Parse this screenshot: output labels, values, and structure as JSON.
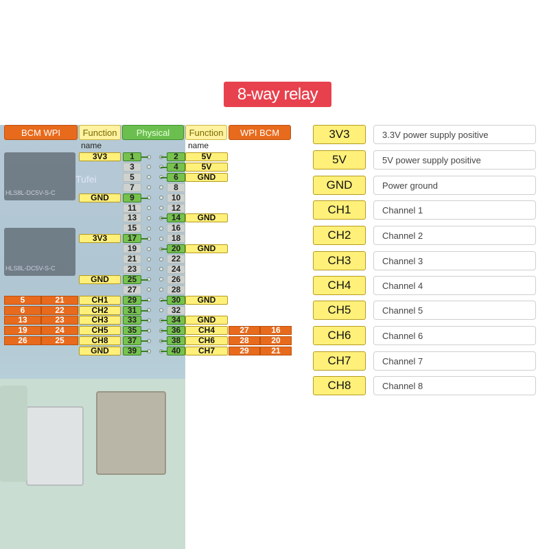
{
  "title": "8-way relay",
  "header": {
    "left_bcm_wpi": "BCM  WPI",
    "left_function": "Function",
    "left_function_sub": "name",
    "physical": "Physical",
    "right_function": "Function",
    "right_function_sub": "name",
    "right_wpi_bcm": "WPI  BCM"
  },
  "board_watermark": "Tufei",
  "relay_marks": [
    "HLS8L-DC5V-S-C",
    "HLS8L-DC5V-S-C"
  ],
  "left_fn": [
    "3V3",
    "GND",
    "3V3",
    "GND",
    "CH1",
    "CH2",
    "CH3",
    "CH5",
    "CH8",
    "GND"
  ],
  "right_fn": [
    "5V",
    "5V",
    "GND",
    "GND",
    "GND",
    "GND",
    "GND",
    "CH4",
    "CH6",
    "CH7"
  ],
  "left_pins": [
    "1",
    "3",
    "5",
    "7",
    "9",
    "11",
    "13",
    "15",
    "17",
    "19",
    "21",
    "23",
    "25",
    "27",
    "29",
    "31",
    "33",
    "35",
    "37",
    "39"
  ],
  "right_pins": [
    "2",
    "4",
    "6",
    "8",
    "10",
    "12",
    "14",
    "16",
    "18",
    "20",
    "22",
    "24",
    "26",
    "28",
    "30",
    "32",
    "34",
    "36",
    "38",
    "40"
  ],
  "left_bcm": [
    "5",
    "6",
    "13",
    "19",
    "26"
  ],
  "left_wpi": [
    "21",
    "22",
    "23",
    "24",
    "25"
  ],
  "right_wpi": [
    "27",
    "28",
    "29"
  ],
  "right_bcm": [
    "16",
    "20",
    "21"
  ],
  "legend": [
    {
      "key": "3V3",
      "desc": "3.3V power supply positive"
    },
    {
      "key": "5V",
      "desc": "5V power supply positive"
    },
    {
      "key": "GND",
      "desc": "Power ground"
    },
    {
      "key": "CH1",
      "desc": "Channel 1"
    },
    {
      "key": "CH2",
      "desc": "Channel 2"
    },
    {
      "key": "CH3",
      "desc": "Channel 3"
    },
    {
      "key": "CH4",
      "desc": "Channel 4"
    },
    {
      "key": "CH5",
      "desc": "Channel 5"
    },
    {
      "key": "CH6",
      "desc": "Channel 6"
    },
    {
      "key": "CH7",
      "desc": "Channel 7"
    },
    {
      "key": "CH8",
      "desc": "Channel 8"
    }
  ],
  "colors": {
    "accent_red": "#e8414e",
    "orange": "#e86a1c",
    "yellow": "#fff07a",
    "green": "#6bbf4e"
  }
}
